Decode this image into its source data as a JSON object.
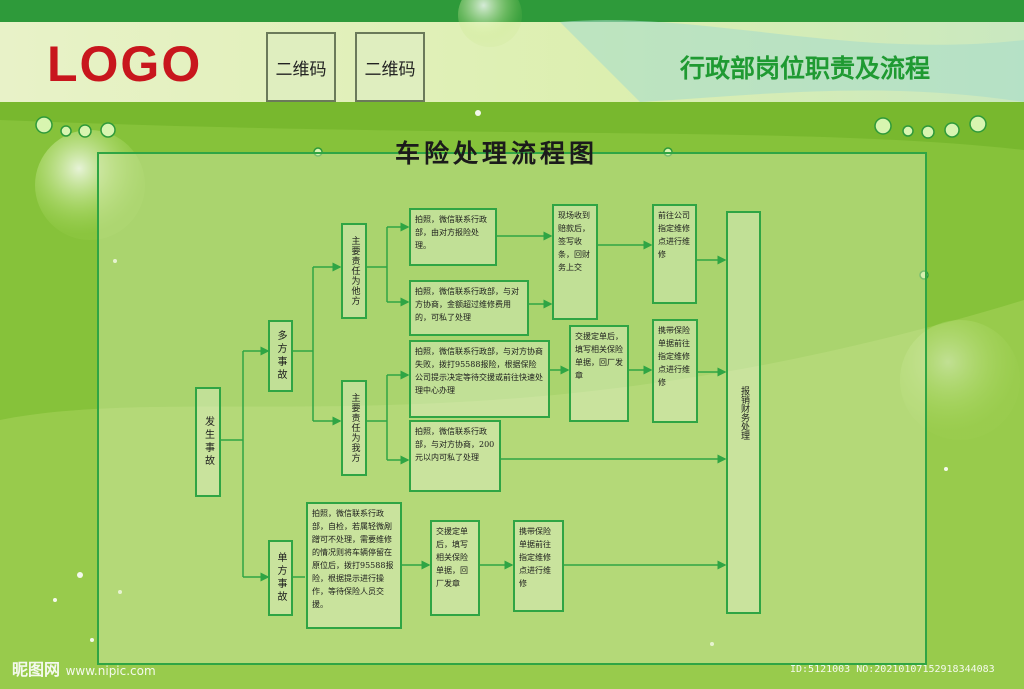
{
  "header": {
    "logo": "LOGO",
    "qr_codes": [
      "二维码",
      "二维码"
    ],
    "title": "行政部岗位职责及流程"
  },
  "flowchart": {
    "title": "车险处理流程图",
    "boxes": {
      "start": "发生事故",
      "multi": "多方事故",
      "single": "单方事故",
      "other_main": "主要责任为他方",
      "self_main": "主要责任为我方",
      "other_a": "拍照，微信联系行政部，由对方报险处理。",
      "other_b": "拍照，微信联系行政部，与对方协商，金额超过维修费用的，可私了处理",
      "other_c": "现场收到赔款后，签写收条，回财务上交",
      "other_d": "前往公司指定维修点进行维修",
      "self_a": "拍照，微信联系行政部，与对方协商失败，拨打95588报险，根据保险公司提示决定等待交援或前往快速处理中心办理",
      "self_b": "拍照，微信联系行政部，与对方协商，200元以内可私了处理",
      "self_c": "交援定单后，填写相关保险单据，回厂发章",
      "self_d": "携带保险单据前往指定维修点进行维修",
      "single_a": "拍照，微信联系行政部，自检，若属轻微剐蹭可不处理，需要维修的情况则将车辆停留在原位后，拨打95588报险，根据提示进行操作，等待保险人员交援。",
      "single_b": "交援定单后，填写相关保险单据，回厂发章",
      "single_c": "携带保险单据前往指定维修点进行维修",
      "end": "报销财务处理"
    }
  },
  "watermark": {
    "brand": "昵图网",
    "url": "www.nipic.com",
    "id": "ID:5121003 NO:20210107152918344083"
  },
  "colors": {
    "green_dark": "#1f9a32",
    "green_bg": "#8cc63f",
    "line": "#2fa544",
    "logo_red": "#c8161d"
  }
}
